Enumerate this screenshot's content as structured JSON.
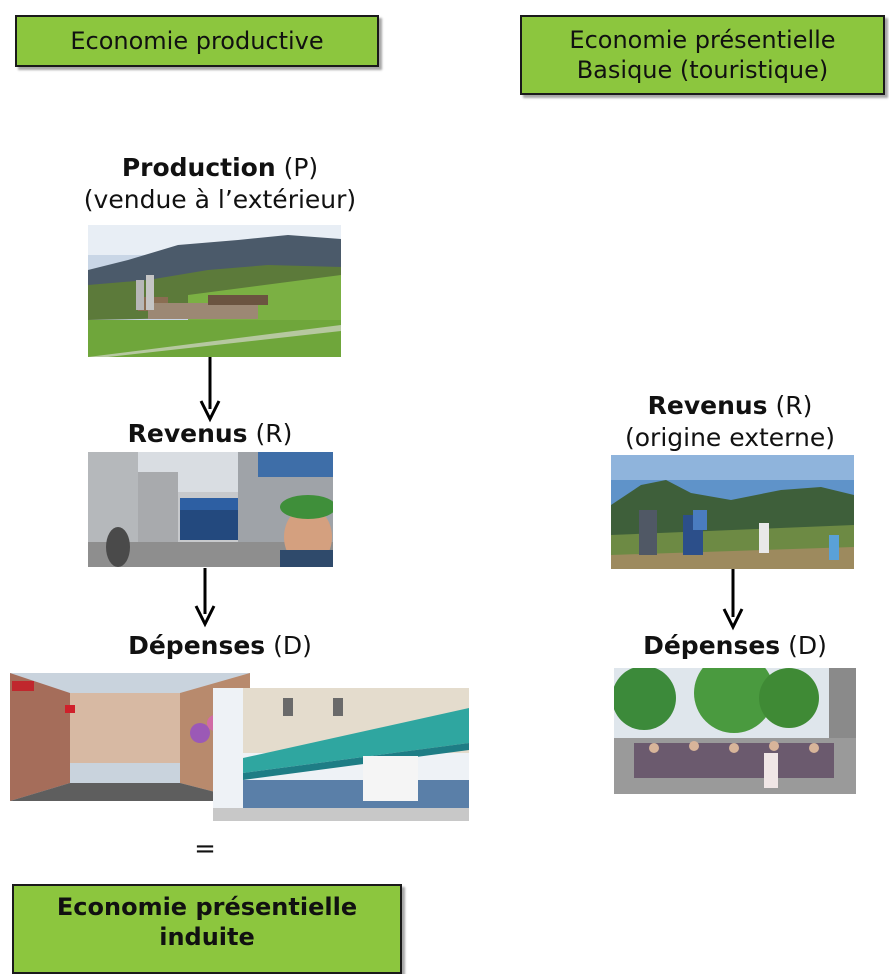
{
  "left": {
    "header": "Economie productive",
    "production": {
      "bold": "Production",
      "suffix": " (P)",
      "line2": "(vendue à l’extérieur)"
    },
    "revenus": {
      "bold": "Revenus",
      "suffix": " (R)"
    },
    "depenses": {
      "bold": "Dépenses",
      "suffix": " (D)"
    },
    "equals": "=",
    "footer": {
      "line1": "Economie présentielle",
      "line2": "induite"
    }
  },
  "right": {
    "header": {
      "line1": "Economie présentielle",
      "line2": "Basique (touristique)"
    },
    "revenus": {
      "bold": "Revenus",
      "suffix": " (R)",
      "line2": "(origine externe)"
    },
    "depenses": {
      "bold": "Dépenses",
      "suffix": " (D)"
    }
  },
  "colors": {
    "box_fill": "#8cc63e",
    "box_border": "#1a1a1a"
  }
}
